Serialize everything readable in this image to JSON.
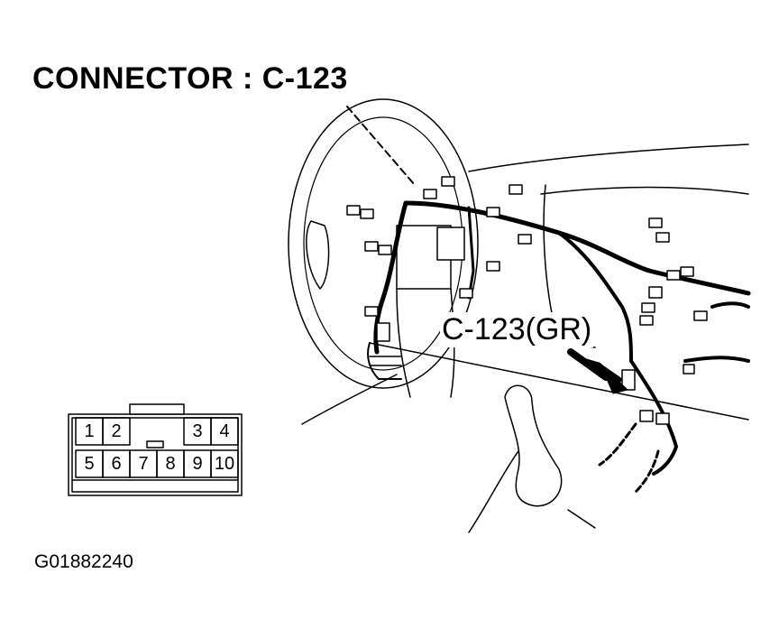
{
  "title": "CONNECTOR : C-123",
  "callout_label": "C-123(GR)",
  "figure_id": "G01882240",
  "connector": {
    "top_row": [
      "1",
      "2",
      "3",
      "4"
    ],
    "bottom_row": [
      "5",
      "6",
      "7",
      "8",
      "9",
      "10"
    ]
  }
}
